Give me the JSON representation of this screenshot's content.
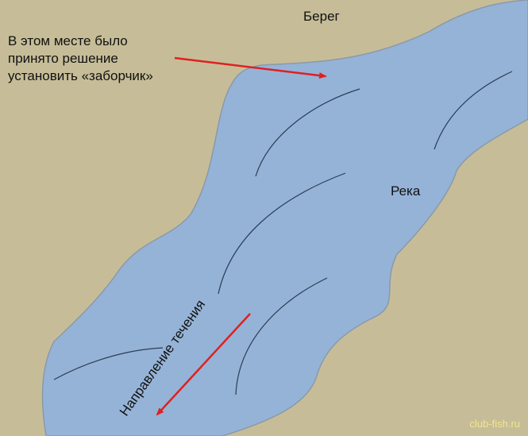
{
  "labels": {
    "note_lines": [
      "В этом месте было",
      "принято решение",
      "установить «заборчик»"
    ],
    "bank": "Берег",
    "river": "Река",
    "flow_direction": "Направление течения"
  },
  "watermark": "club-fish.ru",
  "colors": {
    "bank": "#c6bd98",
    "water": "#95b3d7",
    "water_outline": "#8a99aa",
    "current_lines": "#2a3d55",
    "arrows": "#e02020",
    "watermark": "#f2e58e"
  }
}
